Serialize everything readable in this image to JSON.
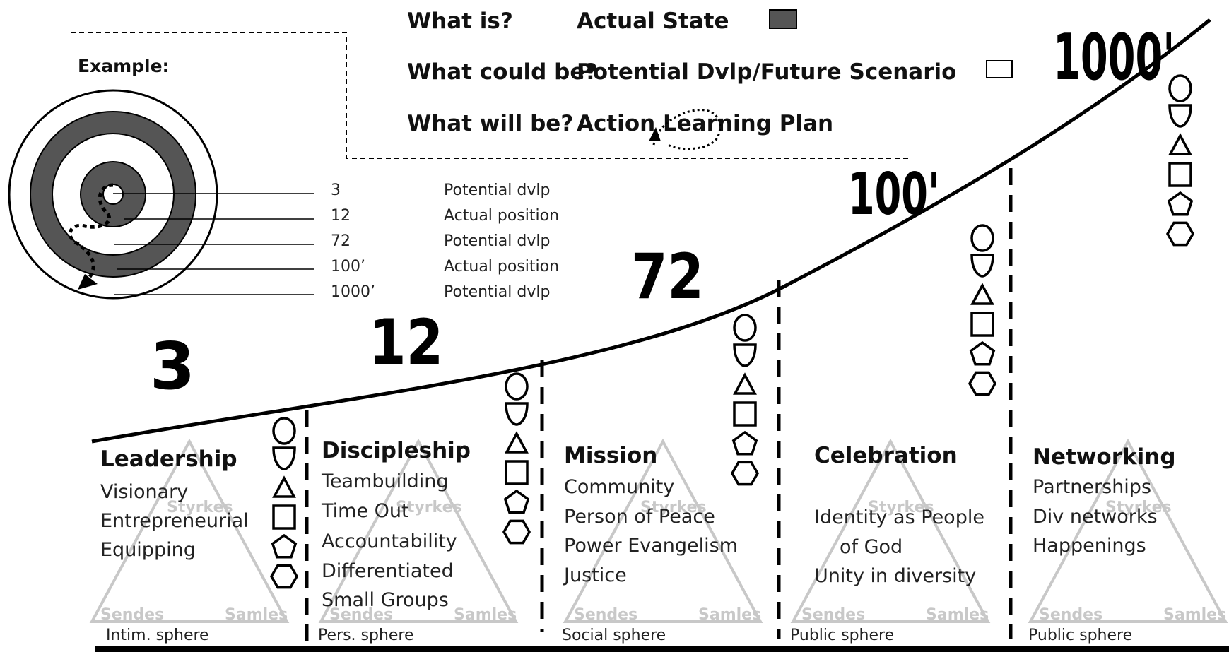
{
  "legend": {
    "rows": [
      {
        "question": "What is?",
        "answer": "Actual State",
        "swatch": "#555555"
      },
      {
        "question": "What could be?",
        "answer": "Potential Dvlp/Future Scenario",
        "swatch": "#ffffff"
      },
      {
        "question": "What will be?",
        "answer": "Action Learning Plan",
        "swatch": "loop"
      }
    ]
  },
  "example": {
    "title": "Example:",
    "rows": [
      {
        "num": "3",
        "label": "Potential dvlp"
      },
      {
        "num": "12",
        "label": "Actual position"
      },
      {
        "num": "72",
        "label": "Potential dvlp"
      },
      {
        "num": "100’",
        "label": "Actual position"
      },
      {
        "num": "1000’",
        "label": "Potential dvlp"
      }
    ]
  },
  "curve_labels": [
    "3",
    "12",
    "72",
    "100'",
    "1000'"
  ],
  "watermark": {
    "top": "Styrkes",
    "left": "Sendes",
    "right": "Samles"
  },
  "columns": [
    {
      "title": "Leadership",
      "items": [
        "Visionary",
        "Entrepreneurial",
        "Equipping"
      ],
      "sphere": "Intim. sphere"
    },
    {
      "title": "Discipleship",
      "items": [
        "Teambuilding",
        "Time Out",
        "Accountability",
        "Differentiated",
        "Small Groups"
      ],
      "sphere": "Pers. sphere"
    },
    {
      "title": "Mission",
      "items": [
        "Community",
        "Person of Peace",
        "Power Evangelism",
        "Justice"
      ],
      "sphere": "Social sphere"
    },
    {
      "title": "Celebration",
      "items": [
        "",
        "Identity as People",
        "of God",
        "Unity in diversity"
      ],
      "sphere": "Public sphere"
    },
    {
      "title": "Networking",
      "items": [
        "Partnerships",
        "Div networks",
        "Happenings"
      ],
      "sphere": "Public sphere"
    }
  ],
  "shape_stack_icons": [
    "circle-icon",
    "d-shape-icon",
    "triangle-icon",
    "square-icon",
    "pentagon-icon",
    "hexagon-icon"
  ],
  "colors": {
    "ring_fill": "#555555",
    "ink": "#000000",
    "watermark": "#c8c8c8"
  }
}
